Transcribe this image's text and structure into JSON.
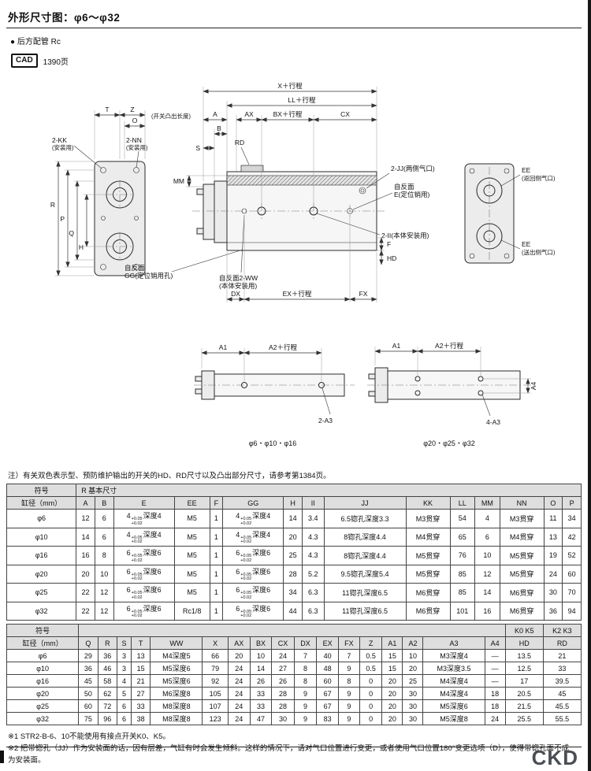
{
  "page": {
    "title": "外形尺寸图：φ6～φ32",
    "subtitle": "● 后方配管 Rc",
    "cad_label": "CAD",
    "cad_page": "1390页",
    "note": "注）有关双色表示型、预防维护输出的开关的HD、RD尺寸以及凸出部分尺寸，请参考第1384页。",
    "footnote1": "※1 STR2-B-6、10不能使用有接点开关K0、K5。",
    "footnote2": "※2 把带锪孔（JJ）作为安装面的话，因有层差，气缸有时会发生倾斜。这样的情况下，请对气口位置进行变更，或者使用气口位置180°变更选项（D），使得带锪孔面不成为安装面。",
    "brand": "CKD"
  },
  "drawing": {
    "labels": {
      "t": "T",
      "z": "Z",
      "o": "O",
      "switch_len": "(开关凸出长度)",
      "kk": "2-KK",
      "kk_note": "(安装用)",
      "nn": "2-NN",
      "nn_note": "(安装用)",
      "mm": "MM",
      "r": "R",
      "p": "P",
      "q": "Q",
      "h": "H",
      "x_stroke": "X＋行程",
      "ll_stroke": "LL＋行程",
      "a": "A",
      "b": "B",
      "ax": "AX",
      "bx_stroke": "BX＋行程",
      "cx": "CX",
      "s": "S",
      "rd": "RD",
      "jj": "2-JJ(两侧气口)",
      "e_face": "自反面",
      "e": "E(定位销用)",
      "ii": "2-II(本体安装用)",
      "f": "F",
      "hd": "HD",
      "gg_face": "自反面",
      "gg": "GG(定位销用孔)",
      "ww": "自反面2-WW",
      "ww_note": "(本体安装用)",
      "dx": "DX",
      "ex_stroke": "EX＋行程",
      "fx": "FX",
      "ee1": "EE",
      "ee1_note": "(返回侧气口)",
      "ee2": "EE",
      "ee2_note": "(送出侧气口)",
      "a1": "A1",
      "a2_stroke": "A2＋行程",
      "holes2": "2-A3",
      "holes4": "4-A3",
      "a4": "A4",
      "caption_small": "φ6・φ10・φ16",
      "caption_large": "φ20・φ25・φ32"
    }
  },
  "table1": {
    "symbol_header": "符号",
    "group_header": "R 基本尺寸",
    "bore_header": "缸径（mm）",
    "columns": [
      "A",
      "B",
      "E",
      "EE",
      "F",
      "GG",
      "H",
      "II",
      "JJ",
      "KK",
      "LL",
      "MM",
      "NN",
      "O",
      "P"
    ],
    "rows": [
      {
        "bore": "φ6",
        "values": [
          "12",
          "6",
          {
            "pre": "4",
            "sup": "+0.05",
            "sub": "+0.02",
            "post": "深度4"
          },
          "M5",
          "1",
          {
            "pre": "4",
            "sup": "+0.05",
            "sub": "+0.02",
            "post": "深度4"
          },
          "14",
          "3.4",
          "6.5锪孔深度3.3",
          "M3贯穿",
          "54",
          "4",
          "M3贯穿",
          "11",
          "34"
        ]
      },
      {
        "bore": "φ10",
        "values": [
          "14",
          "6",
          {
            "pre": "4",
            "sup": "+0.05",
            "sub": "+0.02",
            "post": "深度4"
          },
          "M5",
          "1",
          {
            "pre": "4",
            "sup": "+0.05",
            "sub": "+0.02",
            "post": "深度4"
          },
          "20",
          "4.3",
          "8锪孔深度4.4",
          "M4贯穿",
          "65",
          "6",
          "M4贯穿",
          "13",
          "42"
        ]
      },
      {
        "bore": "φ16",
        "values": [
          "16",
          "8",
          {
            "pre": "6",
            "sup": "+0.05",
            "sub": "+0.02",
            "post": "深度6"
          },
          "M5",
          "1",
          {
            "pre": "6",
            "sup": "+0.05",
            "sub": "+0.02",
            "post": "深度6"
          },
          "25",
          "4.3",
          "8锪孔深度4.4",
          "M5贯穿",
          "76",
          "10",
          "M5贯穿",
          "19",
          "52"
        ]
      },
      {
        "bore": "φ20",
        "values": [
          "20",
          "10",
          {
            "pre": "6",
            "sup": "+0.05",
            "sub": "+0.02",
            "post": "深度6"
          },
          "M5",
          "1",
          {
            "pre": "6",
            "sup": "+0.05",
            "sub": "+0.02",
            "post": "深度6"
          },
          "28",
          "5.2",
          "9.5锪孔深度5.4",
          "M5贯穿",
          "85",
          "12",
          "M5贯穿",
          "24",
          "60"
        ]
      },
      {
        "bore": "φ25",
        "values": [
          "22",
          "12",
          {
            "pre": "6",
            "sup": "+0.05",
            "sub": "+0.02",
            "post": "深度6"
          },
          "M5",
          "1",
          {
            "pre": "6",
            "sup": "+0.05",
            "sub": "+0.02",
            "post": "深度6"
          },
          "34",
          "6.3",
          "11锪孔深度6.5",
          "M6贯穿",
          "85",
          "14",
          "M6贯穿",
          "30",
          "70"
        ]
      },
      {
        "bore": "φ32",
        "values": [
          "22",
          "12",
          {
            "pre": "6",
            "sup": "+0.05",
            "sub": "+0.02",
            "post": "深度6"
          },
          "Rc1/8",
          "1",
          {
            "pre": "6",
            "sup": "+0.05",
            "sub": "+0.02",
            "post": "深度6"
          },
          "44",
          "6.3",
          "11锪孔深度6.5",
          "M6贯穿",
          "101",
          "16",
          "M6贯穿",
          "36",
          "94"
        ]
      }
    ]
  },
  "table2": {
    "symbol_header": "符号",
    "bore_header": "缸径（mm）",
    "switch_group1": "K0 K5",
    "switch_group2": "K2 K3",
    "columns": [
      "Q",
      "R",
      "S",
      "T",
      "WW",
      "X",
      "AX",
      "BX",
      "CX",
      "DX",
      "EX",
      "FX",
      "Z",
      "A1",
      "A2",
      "A3",
      "A4",
      "HD",
      "RD"
    ],
    "rows": [
      {
        "bore": "φ6",
        "values": [
          "29",
          "36",
          "3",
          "13",
          "M4深度5",
          "66",
          "20",
          "10",
          "24",
          "7",
          "40",
          "7",
          "0.5",
          "15",
          "10",
          "M3深度4",
          "—",
          "13.5",
          "21"
        ]
      },
      {
        "bore": "φ10",
        "values": [
          "36",
          "46",
          "3",
          "15",
          "M5深度6",
          "79",
          "24",
          "14",
          "27",
          "8",
          "48",
          "9",
          "0.5",
          "15",
          "20",
          "M3深度3.5",
          "—",
          "12.5",
          "33"
        ]
      },
      {
        "bore": "φ16",
        "values": [
          "45",
          "58",
          "4",
          "21",
          "M5深度6",
          "92",
          "24",
          "26",
          "26",
          "8",
          "60",
          "8",
          "0",
          "20",
          "25",
          "M4深度4",
          "—",
          "17",
          "39.5"
        ]
      },
      {
        "bore": "φ20",
        "values": [
          "50",
          "62",
          "5",
          "27",
          "M6深度8",
          "105",
          "24",
          "33",
          "28",
          "9",
          "67",
          "9",
          "0",
          "20",
          "30",
          "M4深度4",
          "18",
          "20.5",
          "45"
        ]
      },
      {
        "bore": "φ25",
        "values": [
          "60",
          "72",
          "6",
          "33",
          "M8深度8",
          "107",
          "24",
          "33",
          "28",
          "9",
          "67",
          "9",
          "0",
          "20",
          "30",
          "M5深度6",
          "18",
          "21.5",
          "45.5"
        ]
      },
      {
        "bore": "φ32",
        "values": [
          "75",
          "96",
          "6",
          "38",
          "M8深度8",
          "123",
          "24",
          "47",
          "30",
          "9",
          "83",
          "9",
          "0",
          "20",
          "30",
          "M5深度8",
          "24",
          "25.5",
          "55.5"
        ]
      }
    ]
  }
}
